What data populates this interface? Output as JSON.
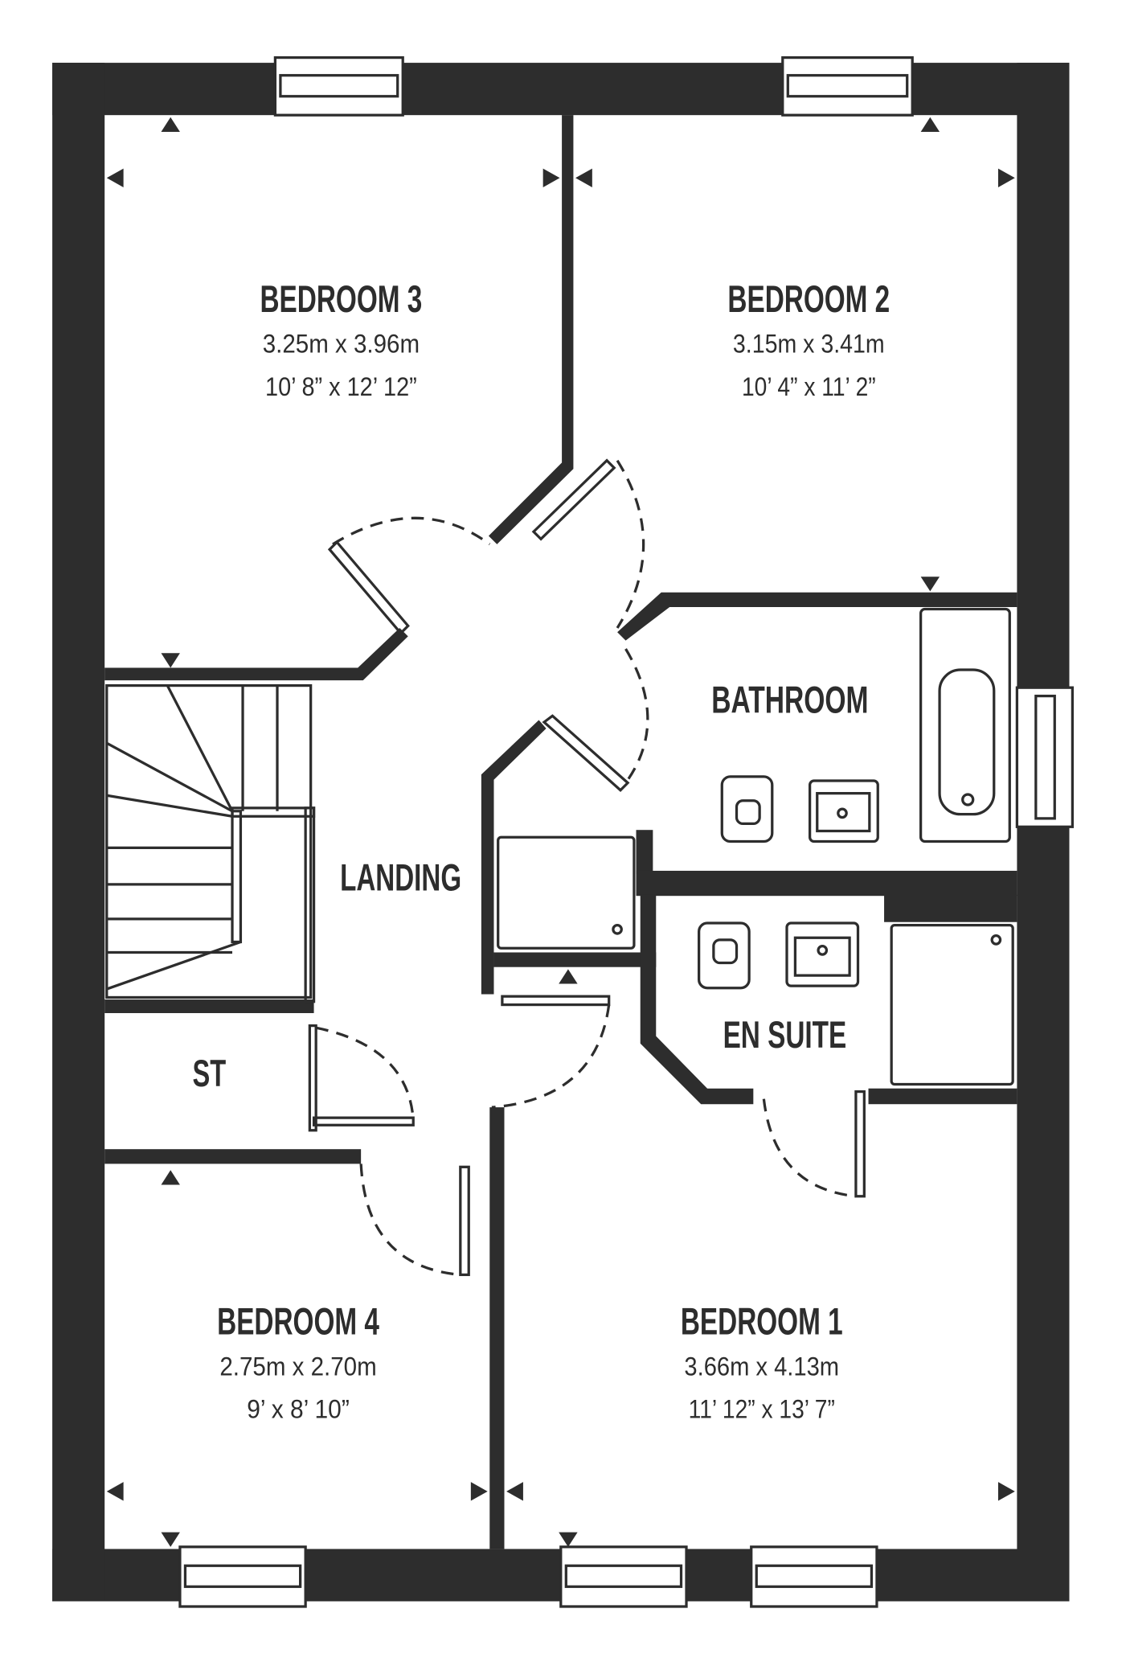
{
  "rooms": {
    "bedroom3": {
      "name": "BEDROOM 3",
      "metric": "3.25m x 3.96m",
      "imperial": "10’ 8” x 12’ 12”"
    },
    "bedroom2": {
      "name": "BEDROOM 2",
      "metric": "3.15m x 3.41m",
      "imperial": "10’ 4” x 11’ 2”"
    },
    "bathroom": {
      "name": "BATHROOM"
    },
    "landing": {
      "name": "LANDING"
    },
    "en_suite": {
      "name": "EN SUITE"
    },
    "store": {
      "name": "ST"
    },
    "bedroom4": {
      "name": "BEDROOM 4",
      "metric": "2.75m x 2.70m",
      "imperial": "9’ x 8’ 10”"
    },
    "bedroom1": {
      "name": "BEDROOM 1",
      "metric": "3.66m x 4.13m",
      "imperial": "11’ 12” x 13’ 7”"
    }
  },
  "colors": {
    "wall": "#2d2d2d",
    "background": "#ffffff"
  }
}
